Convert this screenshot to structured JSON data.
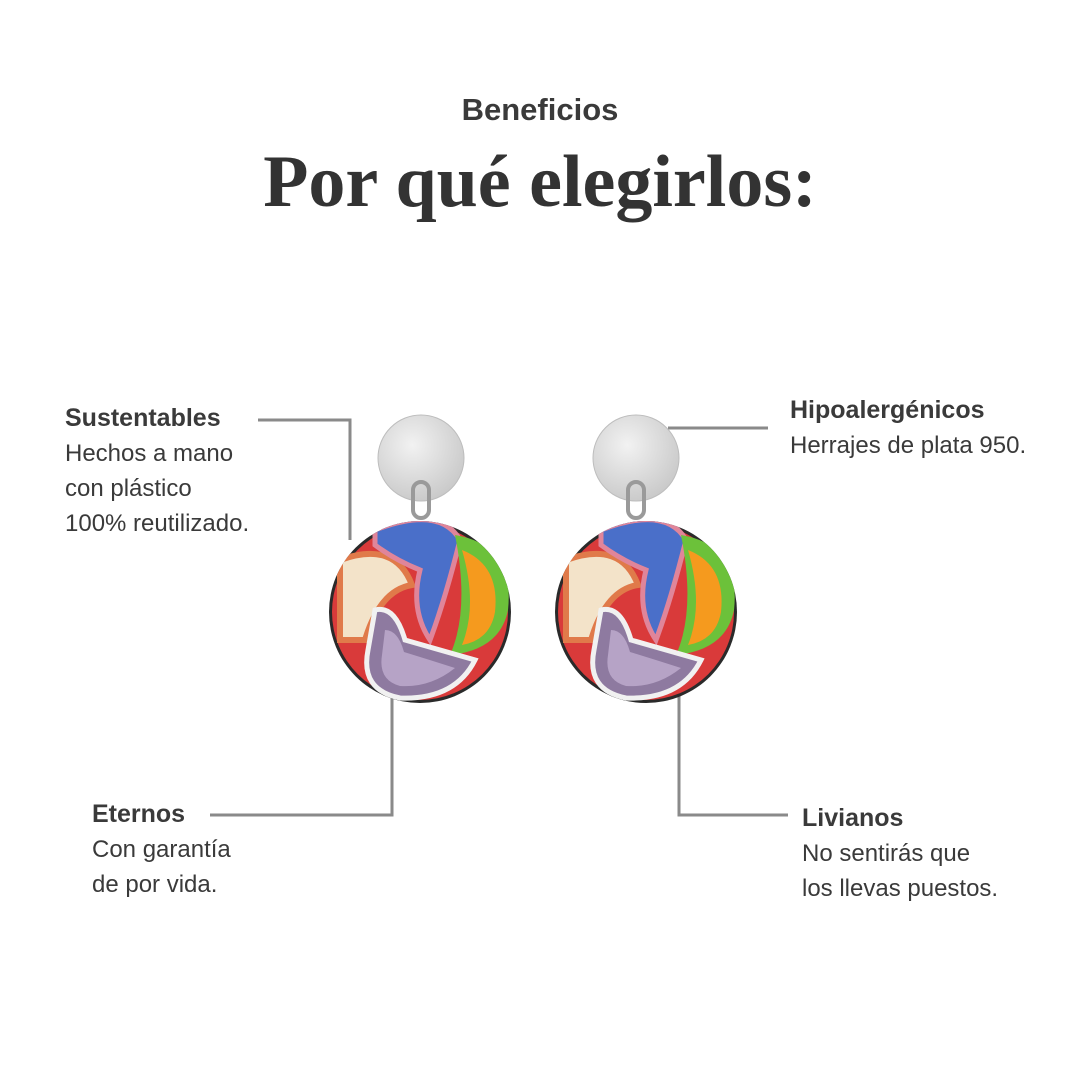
{
  "header": {
    "eyebrow": "Beneficios",
    "title": "Por qué elegirlos:"
  },
  "callouts": {
    "sustentables": {
      "title": "Sustentables",
      "text": "Hechos a mano\ncon plástico\n100% reutilizado."
    },
    "hipoalergenicos": {
      "title": "Hipoalergénicos",
      "text": "Herrajes de plata 950."
    },
    "eternos": {
      "title": "Eternos",
      "text": "Con garantía\nde por vida."
    },
    "livianos": {
      "title": "Livianos",
      "text": "No sentirás que\nlos llevas puestos."
    }
  },
  "colors": {
    "text": "#333333",
    "connector": "#8a8a8a",
    "silver": "#d9d9d9",
    "earring_red": "#d93a3a",
    "earring_blue": "#4a6fc9",
    "earring_orange": "#f59a1e",
    "earring_green": "#6cc13a",
    "earring_purple": "#8e7aa0",
    "earring_cream": "#f3e3c9"
  }
}
